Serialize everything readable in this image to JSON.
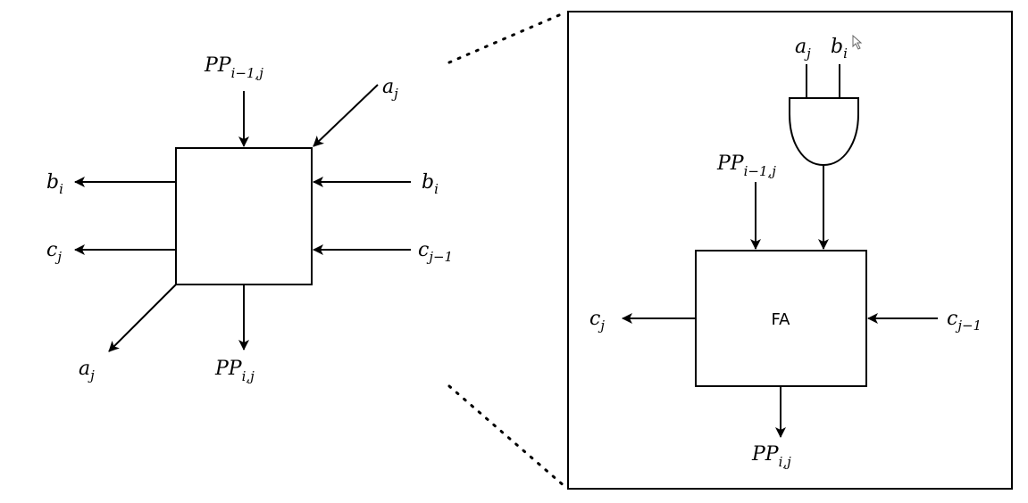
{
  "left_cell": {
    "top_input": {
      "base": "PP",
      "sub": "i−1,j"
    },
    "diag_input": {
      "base": "a",
      "sub": "j"
    },
    "right_input_1": {
      "base": "b",
      "sub": "i"
    },
    "right_input_2": {
      "base": "c",
      "sub": "j−1"
    },
    "left_output_1": {
      "base": "b",
      "sub": "i"
    },
    "left_output_2": {
      "base": "c",
      "sub": "j"
    },
    "diag_output": {
      "base": "a",
      "sub": "j"
    },
    "bottom_output": {
      "base": "PP",
      "sub": "i,j"
    }
  },
  "zoom_panel": {
    "gate_input_a": {
      "base": "a",
      "sub": "j"
    },
    "gate_input_b": {
      "base": "b",
      "sub": "i"
    },
    "pp_input": {
      "base": "PP",
      "sub": "i−1,j"
    },
    "adder_label": "FA",
    "carry_in": {
      "base": "c",
      "sub": "j−1"
    },
    "carry_out": {
      "base": "c",
      "sub": "j"
    },
    "pp_output": {
      "base": "PP",
      "sub": "i,j"
    }
  }
}
